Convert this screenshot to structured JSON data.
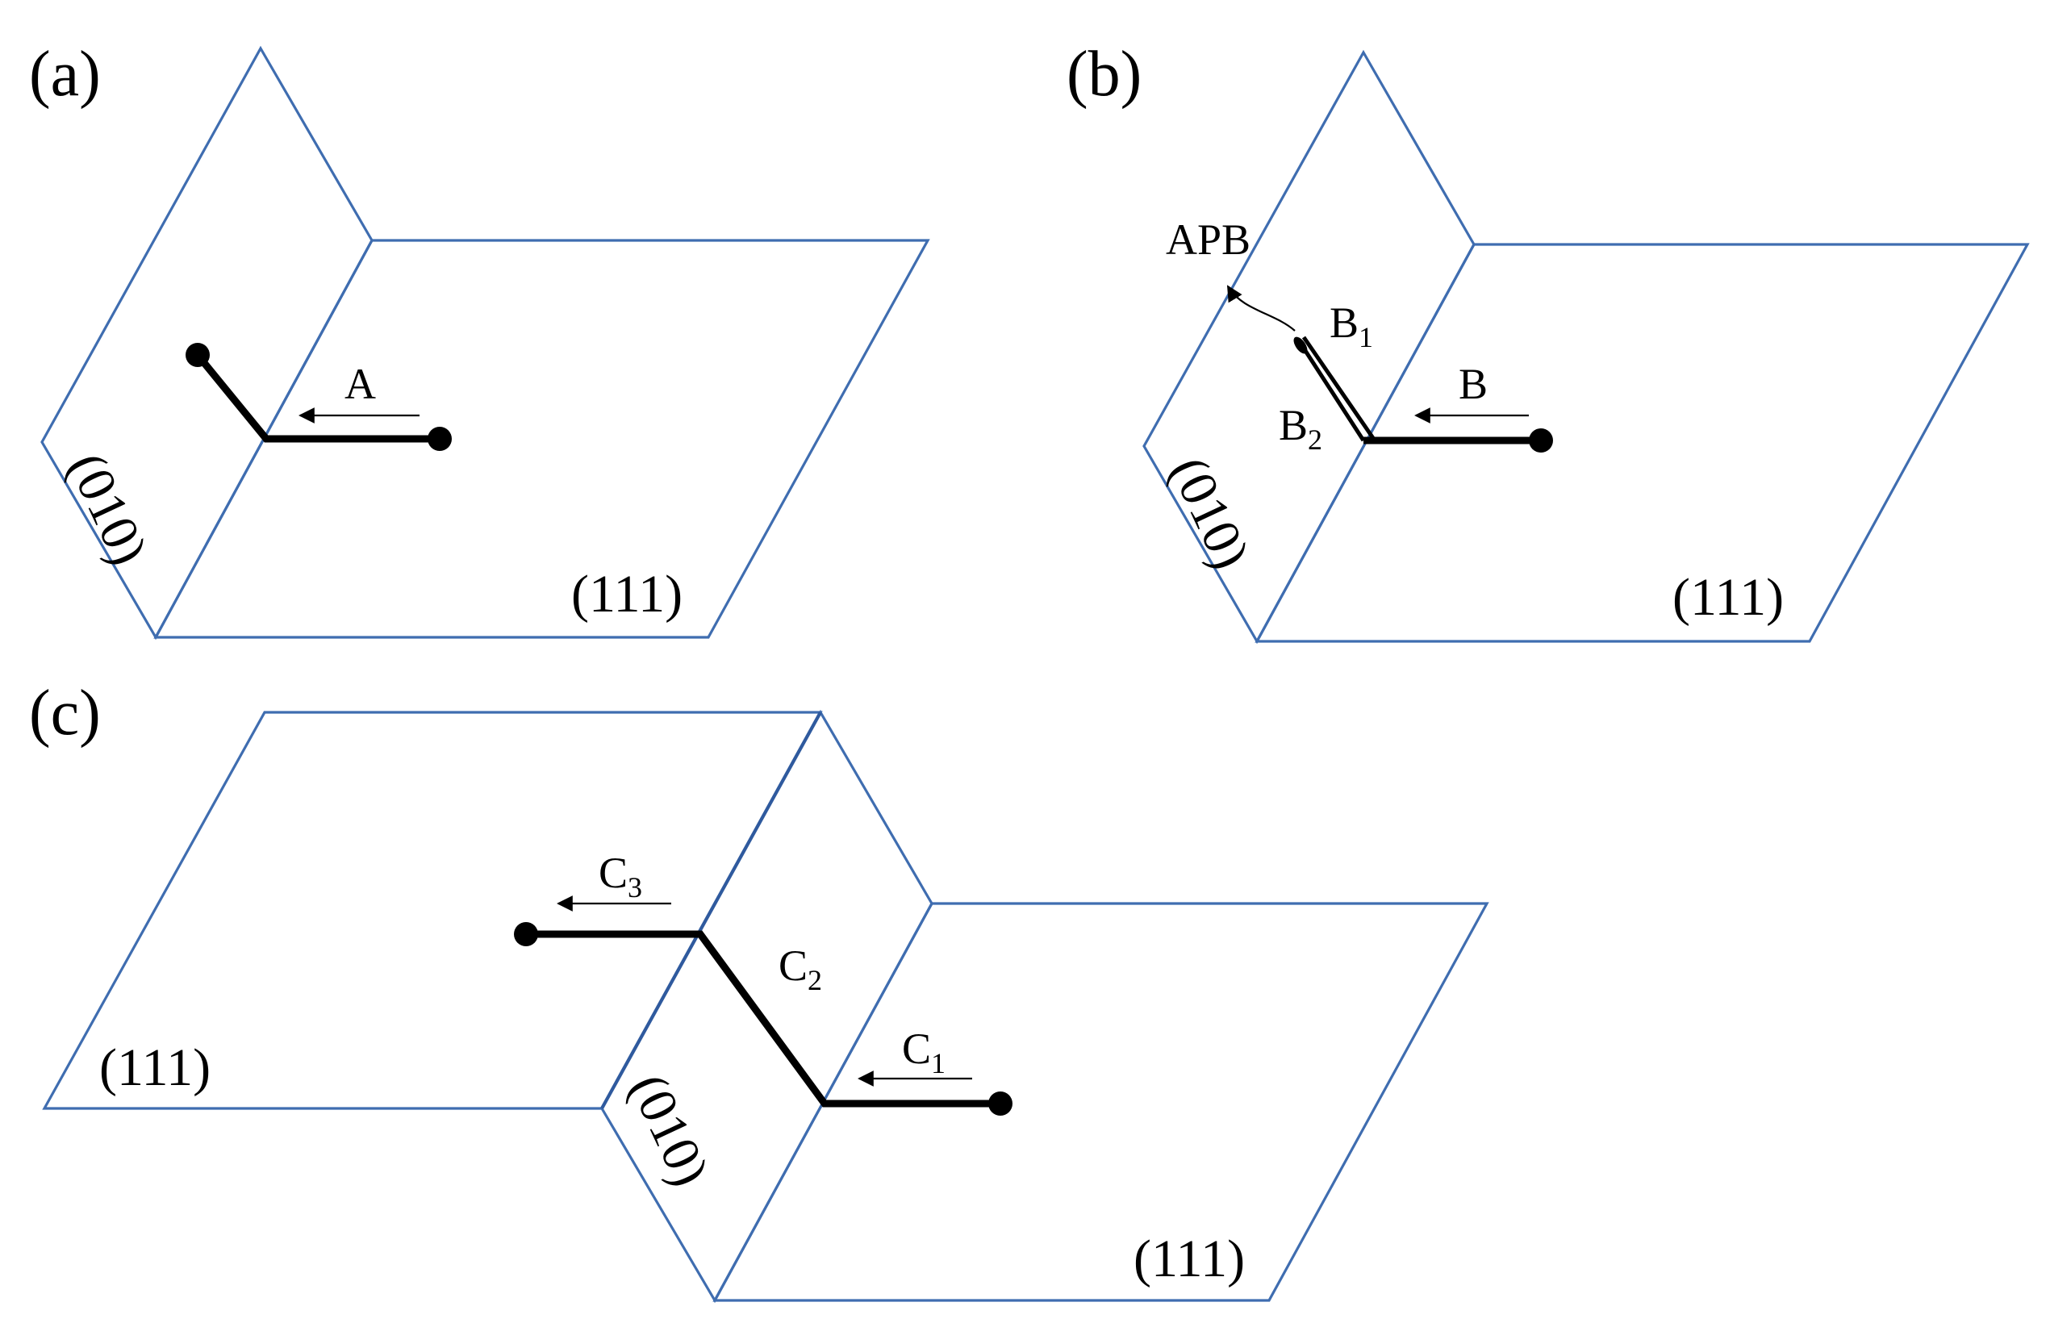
{
  "panels": {
    "a": {
      "label": "(a)",
      "plane_010": "(010)",
      "plane_111": "(111)",
      "vector": "A"
    },
    "b": {
      "label": "(b)",
      "plane_010": "(010)",
      "plane_111": "(111)",
      "vector": "B",
      "partial_1": {
        "base": "B",
        "sub": "1"
      },
      "partial_2": {
        "base": "B",
        "sub": "2"
      },
      "apb": "APB"
    },
    "c": {
      "label": "(c)",
      "plane_111_left": "(111)",
      "plane_010": "(010)",
      "plane_111_right": "(111)",
      "vector_1": {
        "base": "C",
        "sub": "1"
      },
      "vector_2": {
        "base": "C",
        "sub": "2"
      },
      "vector_3": {
        "base": "C",
        "sub": "3"
      }
    }
  },
  "colors": {
    "plane_edge": "#3f6db0",
    "dislocation": "#000000"
  }
}
